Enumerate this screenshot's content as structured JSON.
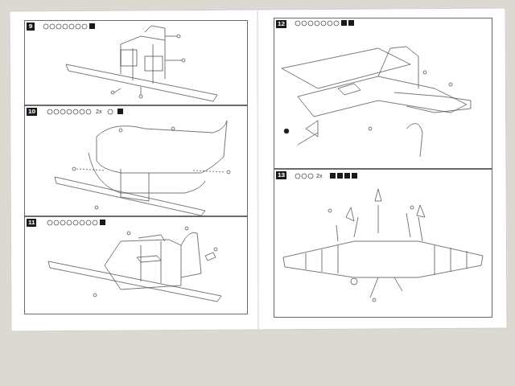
{
  "diagram": {
    "nodes": [
      {
        "text": [
          "9"
        ]
      },
      {
        "text": [
          "10"
        ]
      },
      {
        "text": [
          "11"
        ]
      },
      {
        "text": [
          "12"
        ]
      },
      {
        "text": [
          "13"
        ]
      }
    ],
    "labels": [
      "2x",
      "2x"
    ]
  }
}
